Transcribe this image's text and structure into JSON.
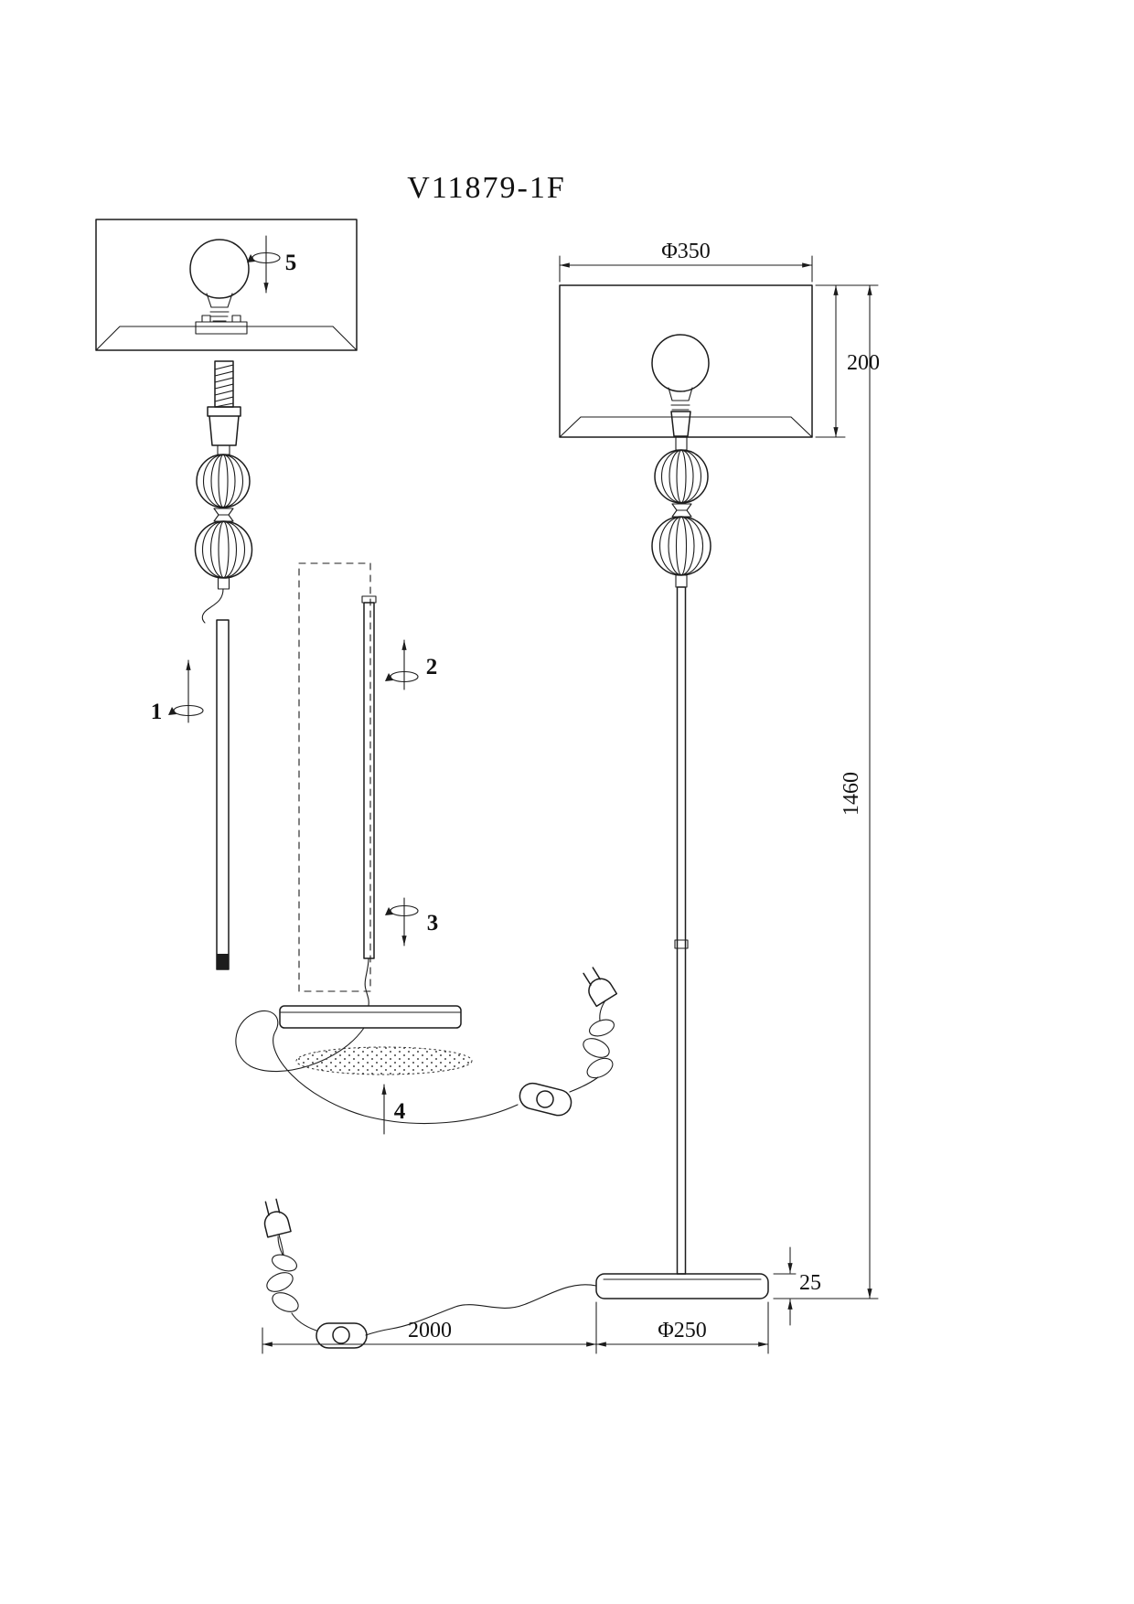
{
  "title": "V11879-1F",
  "dimensions": {
    "shade_diameter": "Φ350",
    "shade_height": "200",
    "total_height": "1460",
    "base_height": "25",
    "base_diameter": "Φ250",
    "cable_length": "2000"
  },
  "steps": {
    "s1": "1",
    "s2": "2",
    "s3": "3",
    "s4": "4",
    "s5": "5"
  }
}
